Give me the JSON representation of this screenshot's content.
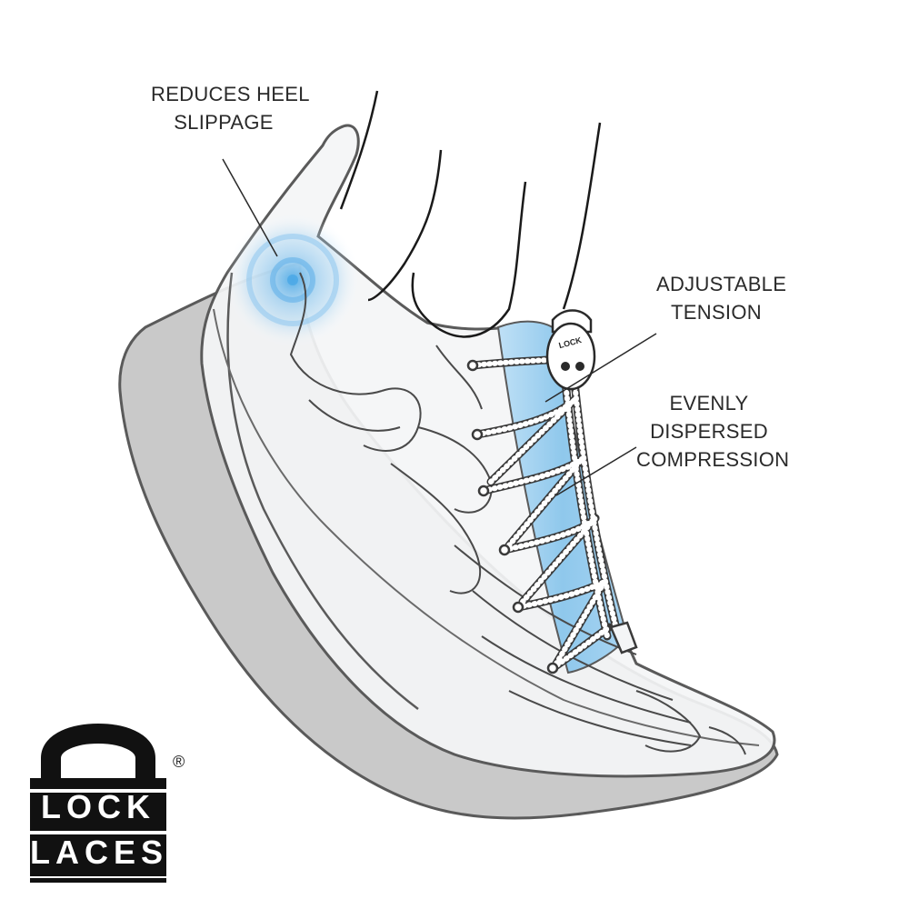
{
  "callouts": {
    "heel": [
      "REDUCES HEEL",
      "SLIPPAGE"
    ],
    "tension": [
      "ADJUSTABLE",
      "TENSION"
    ],
    "compression": [
      "EVENLY",
      "DISPERSED",
      "COMPRESSION"
    ]
  },
  "lock_badge_text": "LOCK",
  "logo": {
    "line1": "LOCK",
    "line2": "LACES",
    "registered_mark": "®"
  },
  "colors": {
    "outline": "#4a4a4a",
    "sole": "#c9c9c9",
    "upper_fill": "#f4f5f6",
    "highlight_blue": "#8fc8ec",
    "glow_blue": "#4aa8e6",
    "logo": "#111111"
  }
}
